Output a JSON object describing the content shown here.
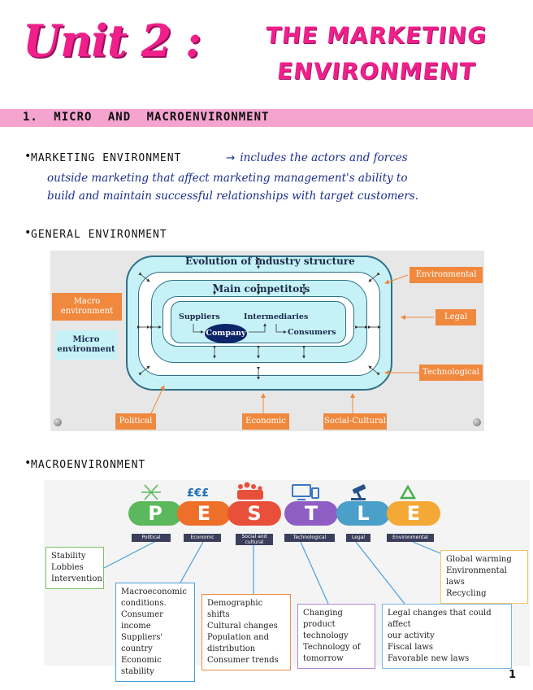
{
  "title": {
    "unit": "Unit 2 :",
    "line1": "THE MARKETING",
    "line2": "ENVIRONMENT"
  },
  "section": {
    "label": "1. MICRO AND MACROENVIRONMENT"
  },
  "bullets": [
    {
      "label": "MARKETING ENVIRONMENT",
      "arrow": "→",
      "def_line1": "includes the actors and forces",
      "def_line2": "outside marketing that affect marketing management's ability to",
      "def_line3": "build and maintain successful relationships with target customers."
    },
    {
      "label": "GENERAL ENVIRONMENT"
    },
    {
      "label": "MACROENVIRONMENT"
    }
  ],
  "env_diagram": {
    "outer_title": "Evolution of industry structure",
    "middle_title": "Main competitors",
    "suppliers": "Suppliers",
    "intermediaries": "Intermediaries",
    "company": "Company",
    "consumers": "Consumers",
    "macro": "Macro environment",
    "micro": "Micro environment",
    "environmental": "Environmental",
    "legal": "Legal",
    "technological": "Technological",
    "political": "Political",
    "economic": "Economic",
    "social": "Social-Cultural",
    "colors": {
      "orange": "#f0893e",
      "cyan": "#c6f2f7",
      "navy": "#0c2468"
    }
  },
  "pestle": {
    "letters": [
      {
        "letter": "P",
        "label": "Political",
        "color": "#5cb85c",
        "icon": "handshake-icon"
      },
      {
        "letter": "E",
        "label": "Economic",
        "color": "#ee6f2a",
        "icon": "currency-icon"
      },
      {
        "letter": "S",
        "label": "Social and cultural",
        "color": "#e8503a",
        "icon": "people-icon"
      },
      {
        "letter": "T",
        "label": "Technological",
        "color": "#8e5ec4",
        "icon": "computer-icon"
      },
      {
        "letter": "L",
        "label": "Legal",
        "color": "#4aa0c8",
        "icon": "gavel-icon"
      },
      {
        "letter": "E",
        "label": "Environmental",
        "color": "#f4a836",
        "icon": "recycle-icon"
      }
    ],
    "boxes": {
      "political": [
        "Stability",
        "Lobbies",
        "Intervention"
      ],
      "economic": [
        "Macroeconomic",
        "conditions.",
        "Consumer income",
        "Suppliers' country",
        "Economic stability"
      ],
      "social": [
        "Demographic shifts",
        "Cultural changes",
        "Population and",
        "distribution",
        "Consumer trends"
      ],
      "technological": [
        "Changing product",
        "technology",
        "Technology of",
        "tomorrow"
      ],
      "legal": [
        "Legal changes that could affect",
        "our activity",
        "Fiscal laws",
        "Favorable new laws"
      ],
      "environmental": [
        "Global warming",
        "Environmental laws",
        "Recycling"
      ]
    }
  },
  "page_number": "1"
}
